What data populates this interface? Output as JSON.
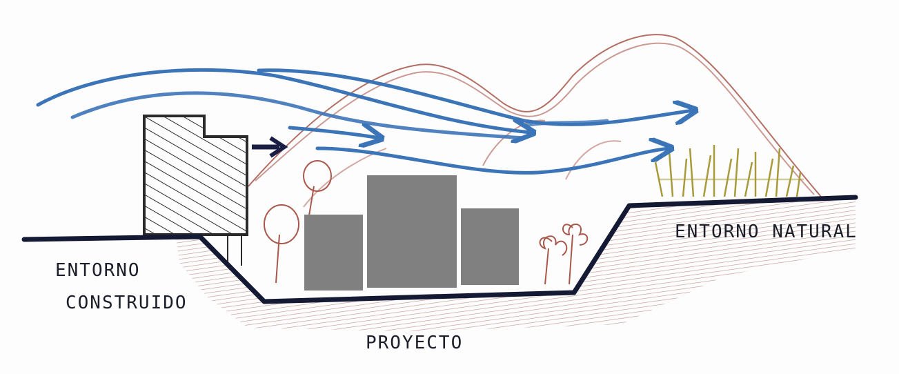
{
  "labels": {
    "built_environment_line1": "ENTORNO",
    "built_environment_line2": "CONSTRUIDO",
    "project": "PROYECTO",
    "natural_environment": "ENTORNO NATURAL"
  },
  "colors": {
    "paper": "#fdfdfe",
    "ground_line": "#141a33",
    "wind_arrows": "#3c74b8",
    "earth_hatching": "#a0584a",
    "mountains": "#a8574a",
    "vegetation": "#a89a3a",
    "project_blocks": "#808080",
    "building_hatch": "#2a2a2a"
  },
  "icons": {
    "wind": "wind-arrows-icon",
    "building": "hatched-building-icon",
    "trees": "tree-sketch-icon",
    "grass": "grass-tuft-icon"
  }
}
